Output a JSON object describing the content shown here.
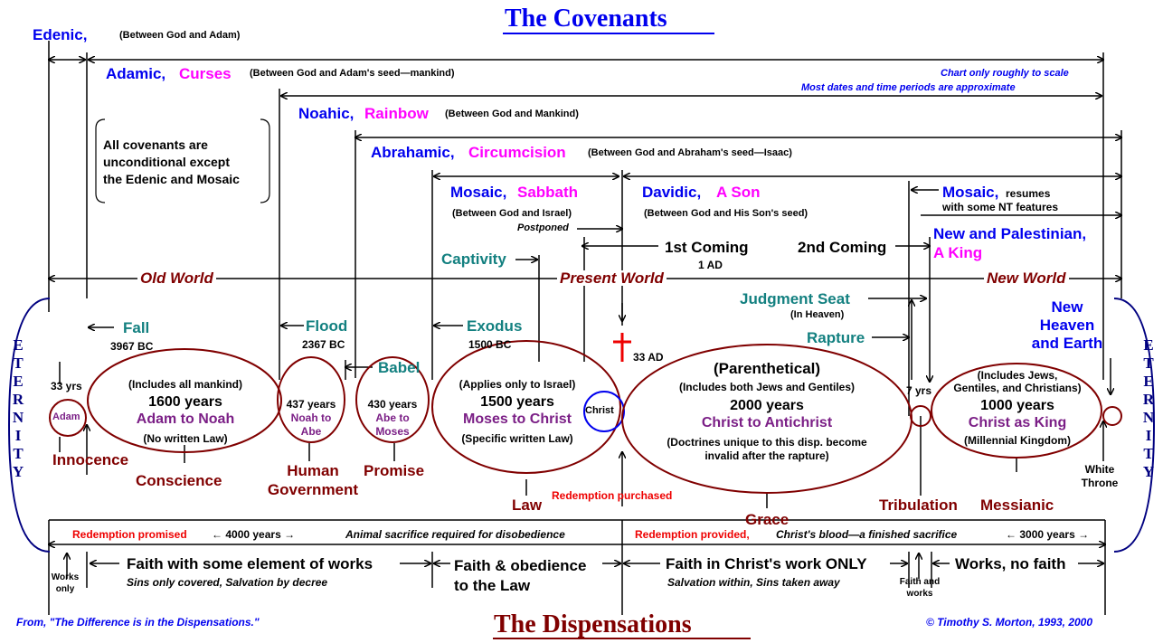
{
  "title_top": "The Covenants",
  "title_bottom": "The Dispensations",
  "note_scale": "Chart only roughly to scale",
  "note_dates": "Most dates and time periods are approximate",
  "covenants": {
    "edenic": {
      "name": "Edenic,",
      "desc": "(Between God and Adam)"
    },
    "adamic": {
      "name": "Adamic,",
      "sign": "Curses",
      "desc": "(Between God and Adam's seed—mankind)"
    },
    "noahic": {
      "name": "Noahic,",
      "sign": "Rainbow",
      "desc": "(Between God and Mankind)"
    },
    "abrahamic": {
      "name": "Abrahamic,",
      "sign": "Circumcision",
      "desc": "(Between God and Abraham's seed—Isaac)"
    },
    "mosaic": {
      "name": "Mosaic,",
      "sign": "Sabbath",
      "desc": "(Between God and Israel)",
      "postponed": "Postponed"
    },
    "davidic": {
      "name": "Davidic,",
      "sign": "A Son",
      "desc": "(Between God and His Son's seed)"
    },
    "mosaic_resumes": {
      "name": "Mosaic,",
      "line1": "resumes",
      "line2": "with some NT features"
    },
    "new_palestinian": {
      "line1": "New and Palestinian,",
      "line2": "A King"
    }
  },
  "bracket_note": [
    "All covenants are",
    "unconditional except",
    "the Edenic and Mosaic"
  ],
  "worlds": {
    "old": "Old World",
    "present": "Present World",
    "new": "New World"
  },
  "events": {
    "captivity": "Captivity",
    "first_coming": "1st Coming",
    "first_coming_date": "1 AD",
    "second_coming": "2nd Coming",
    "judgment_seat": "Judgment Seat",
    "in_heaven": "(In Heaven)",
    "rapture": "Rapture",
    "fall": "Fall",
    "fall_date": "3967 BC",
    "flood": "Flood",
    "flood_date": "2367 BC",
    "babel": "Babel",
    "exodus": "Exodus",
    "exodus_date": "1500 BC",
    "cross_date": "33 AD",
    "new_heaven": [
      "New",
      "Heaven",
      "and Earth"
    ],
    "white_throne": [
      "White",
      "Throne"
    ]
  },
  "eternity": [
    "E",
    "T",
    "E",
    "R",
    "N",
    "I",
    "T",
    "Y"
  ],
  "dispensations": {
    "adam": {
      "years": "33 yrs",
      "name": "Adam"
    },
    "conscience": {
      "note": "(Includes all mankind)",
      "years": "1600 years",
      "span": "Adam to Noah",
      "law": "(No written Law)"
    },
    "government": {
      "years": "437 years",
      "span": [
        "Noah to",
        "Abe"
      ]
    },
    "promise": {
      "years": "430 years",
      "span": [
        "Abe to",
        "Moses"
      ]
    },
    "law": {
      "note": "(Applies only to Israel)",
      "years": "1500 years",
      "span": "Moses to Christ",
      "law": "(Specific written Law)"
    },
    "christ": "Christ",
    "grace": {
      "head": "(Parenthetical)",
      "note": "(Includes both Jews and Gentiles)",
      "years": "2000 years",
      "span": "Christ to Antichrist",
      "doctrine": [
        "(Doctrines unique to this disp. become",
        "invalid after the rapture)"
      ]
    },
    "tribulation": {
      "years": "7 yrs"
    },
    "messianic": {
      "note": [
        "(Includes Jews,",
        "Gentiles, and Christians)"
      ],
      "years": "1000 years",
      "span": "Christ as King",
      "law": "(Millennial Kingdom)"
    }
  },
  "names": {
    "innocence": "Innocence",
    "conscience": "Conscience",
    "human_government": [
      "Human",
      "Government"
    ],
    "promise": "Promise",
    "law": "Law",
    "redemption_purchased": "Redemption purchased",
    "grace": "Grace",
    "tribulation": "Tribulation",
    "messianic": "Messianic"
  },
  "redemption_row": {
    "promised": "Redemption promised",
    "years4000": "4000 years",
    "sacrifice": "Animal sacrifice required for disobedience",
    "provided": "Redemption provided,",
    "blood": "Christ's blood—a finished sacrifice",
    "years3000": "3000 years"
  },
  "faith_row": {
    "works_only": [
      "Works",
      "only"
    ],
    "faith_works": "Faith with some element of works",
    "sins_covered": "Sins only covered, Salvation by decree",
    "faith_obedience": [
      "Faith & obedience",
      "to the Law"
    ],
    "faith_christ": "Faith in Christ's work ONLY",
    "salvation_within": "Salvation within, Sins taken away",
    "faith_and_works": [
      "Faith and",
      "works"
    ],
    "works_no_faith": "Works, no faith"
  },
  "footer": {
    "source": "From, \"The Difference is in the Dispensations.\"",
    "copyright": "© Timothy S. Morton, 1993, 2000"
  },
  "colors": {
    "blue": "#0000ee",
    "magenta": "#ff00ff",
    "teal": "#138080",
    "maroon": "#800000",
    "purple": "#7b1f86",
    "red": "#ee0000",
    "navy": "#000080"
  }
}
